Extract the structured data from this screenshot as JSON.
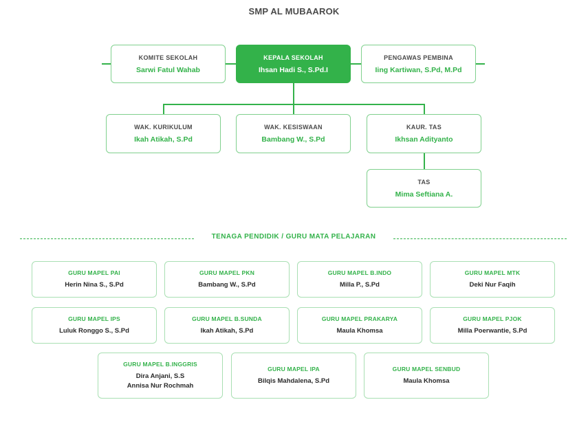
{
  "title": "SMP AL MUBAAROK",
  "colors": {
    "accent": "#33b24a",
    "border": "#7fd08d",
    "text": "#4a4a4a"
  },
  "top_row": {
    "committee": {
      "role": "KOMITE SEKOLAH",
      "name": "Sarwi Fatul Wahab"
    },
    "principal": {
      "role": "KEPALA SEKOLAH",
      "name": "Ihsan Hadi S., S.Pd.I"
    },
    "supervisor": {
      "role": "PENGAWAS PEMBINA",
      "name": "Iing Kartiwan, S.Pd, M.Pd"
    }
  },
  "second_row": {
    "curriculum": {
      "role": "WAK. KURIKULUM",
      "name": "Ikah Atikah, S.Pd"
    },
    "student_affairs": {
      "role": "WAK. KESISWAAN",
      "name": "Bambang W., S.Pd"
    },
    "admin_head": {
      "role": "KAUR. TAS",
      "name": "Ikhsan Adityanto"
    }
  },
  "admin_staff": {
    "role": "TAS",
    "name": "Mima Seftiana A."
  },
  "section_title": "TENAGA PENDIDIK / GURU MATA PELAJARAN",
  "teachers": [
    {
      "role": "GURU MAPEL PAI",
      "names": [
        "Herin Nina S., S.Pd"
      ]
    },
    {
      "role": "GURU MAPEL PKN",
      "names": [
        "Bambang W., S.Pd"
      ]
    },
    {
      "role": "GURU MAPEL B.INDO",
      "names": [
        "Milla P., S.Pd"
      ]
    },
    {
      "role": "GURU MAPEL MTK",
      "names": [
        "Deki Nur Faqih"
      ]
    },
    {
      "role": "GURU MAPEL IPS",
      "names": [
        "Luluk Ronggo S., S.Pd"
      ]
    },
    {
      "role": "GURU MAPEL B.SUNDA",
      "names": [
        "Ikah Atikah, S.Pd"
      ]
    },
    {
      "role": "GURU MAPEL PRAKARYA",
      "names": [
        "Maula Khomsa"
      ]
    },
    {
      "role": "GURU MAPEL PJOK",
      "names": [
        "Milla Poerwantie, S.Pd"
      ]
    },
    {
      "role": "GURU MAPEL B.INGGRIS",
      "names": [
        "Dira Anjani, S.S",
        "Annisa Nur Rochmah"
      ]
    },
    {
      "role": "GURU MAPEL IPA",
      "names": [
        "Bilqis Mahdalena, S.Pd"
      ]
    },
    {
      "role": "GURU MAPEL SENBUD",
      "names": [
        "Maula Khomsa"
      ]
    }
  ]
}
